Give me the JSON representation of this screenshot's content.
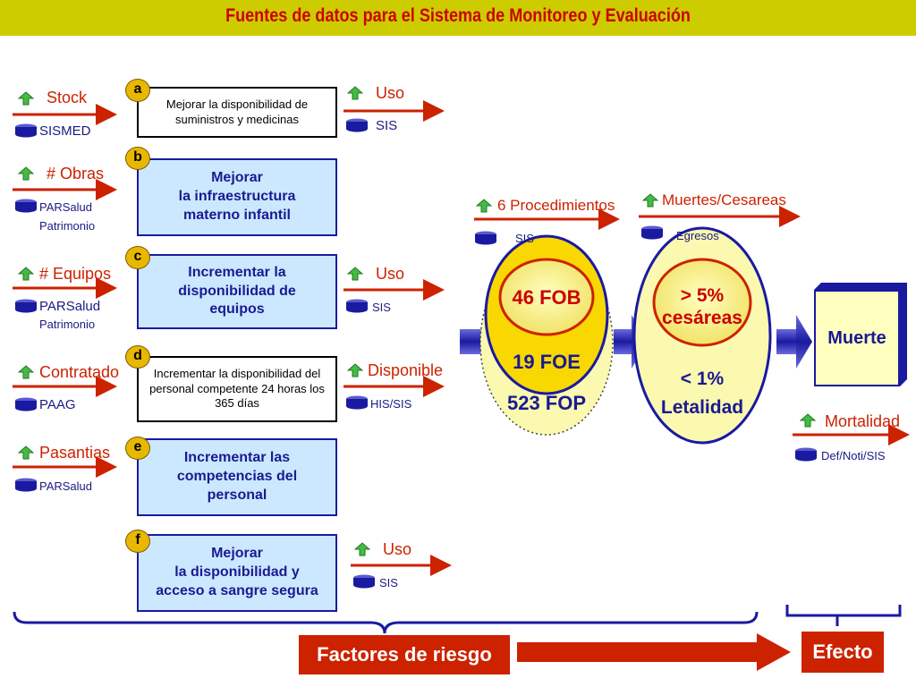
{
  "header": {
    "title": "Fuentes de datos para el Sistema de Monitoreo y Evaluación"
  },
  "rows": [
    {
      "letter": "a",
      "indicator": "Stock",
      "source": "SISMED",
      "source2": "",
      "box": "Mejorar la  disponibilidad de suministros  y medicinas",
      "out_label": "Uso",
      "out_source": "SIS"
    },
    {
      "letter": "b",
      "indicator": "# Obras",
      "source": "PARSalud",
      "source2": "Patrimonio",
      "box_line1": "Mejorar",
      "box_line2": "la  infraestructura",
      "box_line3": "materno infantil"
    },
    {
      "letter": "c",
      "indicator": "# Equipos",
      "source": "PARSalud",
      "source2": "Patrimonio",
      "box": "Incrementar la disponibilidad de equipos",
      "out_label": "Uso",
      "out_source": "SIS"
    },
    {
      "letter": "d",
      "indicator": "Contratado",
      "source": "PAAG",
      "box": "Incrementar la disponibilidad del personal competente 24 horas los 365 días",
      "out_label": "Disponible",
      "out_source": "HIS/SIS"
    },
    {
      "letter": "e",
      "indicator": "Pasantias",
      "source": "PARSalud",
      "box": "Incrementar las competencias del personal"
    },
    {
      "letter": "f",
      "box_line1": "Mejorar",
      "box_line2": "la  disponibilidad y",
      "box_line3": "acceso a sangre segura",
      "out_label": "Uso",
      "out_source": "SIS"
    }
  ],
  "middle": {
    "top_label": "6 Procedimientos",
    "top_source": "SIS",
    "inner": "46 FOB",
    "line2": "19 FOE",
    "line3": "523 FOP"
  },
  "right": {
    "top_label": "Muertes/Cesareas",
    "top_source": "Egresos",
    "inner": ">  5% cesáreas",
    "line2": "< 1%",
    "line3": "Letalidad"
  },
  "outcome": {
    "box": "Muerte",
    "label": "Mortalidad",
    "source": "Def/Noti/SIS"
  },
  "footer": {
    "left": "Factores de riesgo",
    "right": "Efecto"
  },
  "colors": {
    "header_bg": "#cccc00",
    "title": "#cc0000",
    "arrow": "#cc2200",
    "source": "#1a1a80",
    "blue_box": "#cce8ff",
    "tag": "#e8b800"
  }
}
